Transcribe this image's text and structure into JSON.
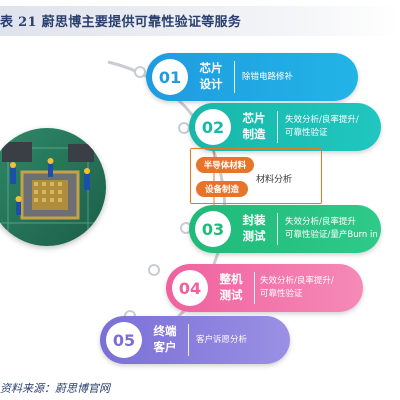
{
  "header": {
    "title": "表 21  蔚思博主要提供可靠性验证等服务"
  },
  "stages": [
    {
      "number": "01",
      "name": "芯片设计",
      "desc_lines": [
        "除错电路修补"
      ]
    },
    {
      "number": "02",
      "name": "芯片制造",
      "desc_lines": [
        "失效分析/良率提升/",
        "可靠性验证"
      ]
    },
    {
      "number": "03",
      "name": "封装测试",
      "desc_lines": [
        "失效分析/良率提升",
        "可靠性验证/量产Burn in"
      ]
    },
    {
      "number": "04",
      "name": "整机测试",
      "desc_lines": [
        "失效分析/良率提升/",
        "可靠性验证"
      ]
    },
    {
      "number": "05",
      "name": "终端客户",
      "desc_lines": [
        "客户诉愿分析"
      ]
    }
  ],
  "branch": {
    "tags": [
      "半导体材料",
      "设备制造"
    ],
    "analysis": "材料分析"
  },
  "footer": {
    "source": "资料来源：蔚思博官网"
  },
  "colors": {
    "title": "#2a3f6d",
    "stage_01": "#1f9be0",
    "stage_02": "#17b8a8",
    "stage_03": "#1fba7a",
    "stage_04": "#f0619e",
    "stage_05": "#7a6fd6",
    "branch": "#e8742a"
  }
}
